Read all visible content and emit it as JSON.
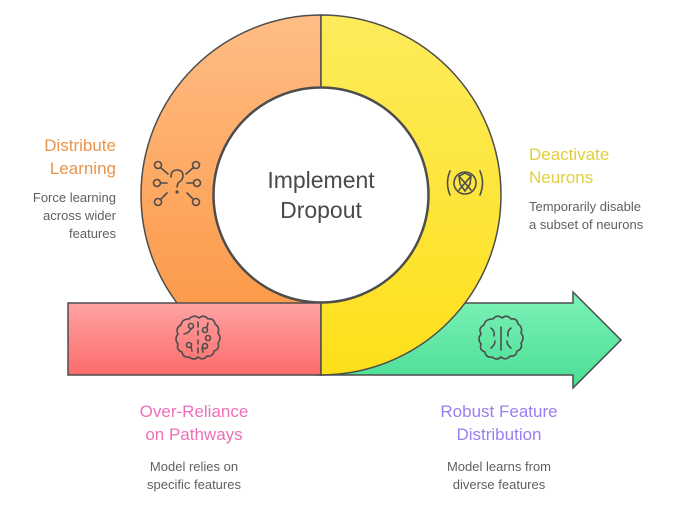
{
  "center": {
    "line1": "Implement",
    "line2": "Dropout"
  },
  "stages": {
    "distribute": {
      "title_line1": "Distribute",
      "title_line2": "Learning",
      "desc_line1": "Force learning",
      "desc_line2": "across wider",
      "desc_line3": "features",
      "color": "#e8944a",
      "icon": "network-question-icon"
    },
    "deactivate": {
      "title_line1": "Deactivate",
      "title_line2": "Neurons",
      "desc_line1": "Temporarily disable",
      "desc_line2": "a subset of neurons",
      "color": "#e3cf3a",
      "icon": "disabled-neuron-icon"
    },
    "over_reliance": {
      "title_line1": "Over-Reliance",
      "title_line2": "on Pathways",
      "desc_line1": "Model relies on",
      "desc_line2": "specific features",
      "color": "#ee6fb8",
      "icon": "brain-pathways-icon"
    },
    "robust": {
      "title_line1": "Robust Feature",
      "title_line2": "Distribution",
      "desc_line1": "Model learns from",
      "desc_line2": "diverse features",
      "color": "#9a7ff0",
      "icon": "brain-icon"
    }
  },
  "colors": {
    "orange_top": "#ffbd85",
    "orange_bottom": "#fb923c",
    "yellow_top": "#fdeb5c",
    "yellow_bottom": "#fde01a",
    "red_top": "#fea3a3",
    "red_bottom": "#fd6b6b",
    "green_top": "#7df2b8",
    "green_bottom": "#4ade94",
    "stroke": "#4d4d4d"
  }
}
